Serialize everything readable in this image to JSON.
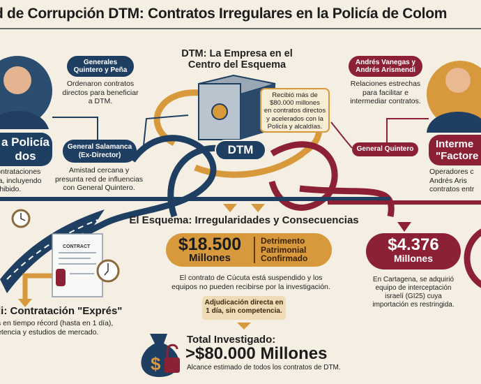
{
  "title": "d de Corrupción DTM: Contratos Irregulares en la Policía de Colom",
  "left": {
    "group_label": "a Policía\ndos",
    "group_desc": "contrataciones\ncia, incluyendo\nrohibido.",
    "generales_label": "Generales\nQuintero y Peña",
    "generales_desc": "Ordenaron contratos\ndirectos para beneficiar\na DTM.",
    "salamanca_label": "General Salamanca\n(Ex-Director)",
    "salamanca_desc": "Amistad cercana y\npresunta red de influencias\ncon General Quintero."
  },
  "center": {
    "title": "DTM: La Empresa en el\nCentro del Esquema",
    "callout": "Recibió más de\n$80.000 millones\nen contratos directos\ny acelerados con la\nPolicía y alcaldías.",
    "dtm_label": "DTM"
  },
  "right": {
    "andres_label": "Andrés Vanegas y\nAndrés Arismendi",
    "andres_desc": "Relaciones estrechas\npara facilitar e\nintermediar contratos.",
    "quintero_label": "General Quintero",
    "factores_label": "Interme\n\"Factore",
    "factores_desc": "Operadores c\nAndrés Aris\ncontratos entr"
  },
  "express": {
    "contract_word": "CONTRACT",
    "title": "di: Contratación \"Exprés\"",
    "desc": "s en tiempo récord (hasta en 1 día),\netencia y estudios de mercado."
  },
  "scheme": {
    "title": "El Esquema: Irregularidades y Consecuencias",
    "amount": "$18.500",
    "amount_unit": "Millones",
    "amount_label": "Detrimento\nPatrimonial\nConfirmado",
    "amount_desc": "El contrato de Cúcuta está suspendido y los\nequipos no pueden recibirse por la investigación.",
    "adjudication": "Adjudicación directa en\n1 día, sin competencia.",
    "total_label": "Total Investigado:",
    "total_value": ">$80.000 Millones",
    "total_desc": "Alcance estimado de todos los contratos de DTM."
  },
  "cartagena": {
    "amount": "$4.376",
    "unit": "Millones",
    "desc": "En Cartagena, se adquirió\nequipo de interceptación\nisraelí (GI25) cuya\nimportación es restringida."
  },
  "colors": {
    "navy": "#1f3f62",
    "maroon": "#8c2136",
    "gold": "#d8993d",
    "background": "#f4efe2"
  }
}
